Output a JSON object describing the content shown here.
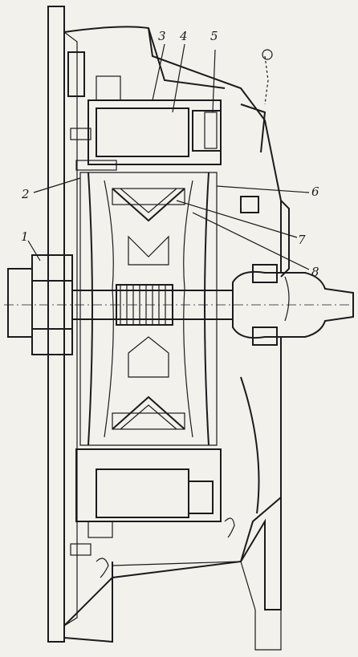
{
  "callouts": [
    {
      "id": "1",
      "label": "1"
    },
    {
      "id": "2",
      "label": "2"
    },
    {
      "id": "3",
      "label": "3"
    },
    {
      "id": "4",
      "label": "4"
    },
    {
      "id": "5",
      "label": "5"
    },
    {
      "id": "6",
      "label": "6"
    },
    {
      "id": "7",
      "label": "7"
    },
    {
      "id": "8",
      "label": "8"
    }
  ],
  "colors": {
    "ink": "#1b1b1b",
    "paper": "#f3f1ec"
  }
}
